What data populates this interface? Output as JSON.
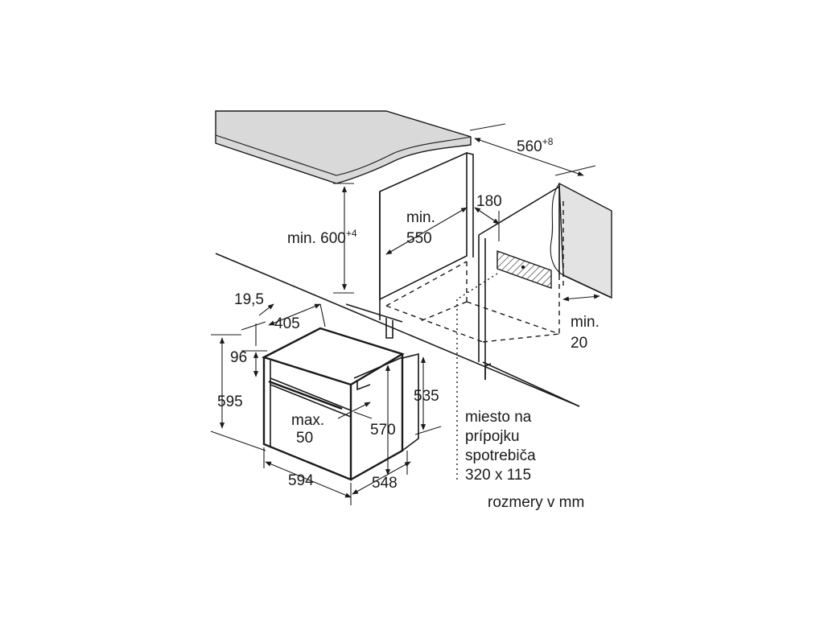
{
  "diagram": {
    "dimensions": {
      "cabinet_height": "min. 600",
      "cabinet_height_tol": "+4",
      "cabinet_depth_line1": "min.",
      "cabinet_depth_line2": "550",
      "niche_width": "560",
      "niche_width_tol": "+8",
      "rear_gap": "180",
      "side_gap_line1": "min.",
      "side_gap_line2": "20",
      "front_offset": "19,5",
      "top_depth": "405",
      "top_height": "96",
      "total_height": "595",
      "body_height": "570",
      "body_depth_height": "535",
      "handle_line1": "max.",
      "handle_line2": "50",
      "total_width": "594",
      "total_depth": "548"
    },
    "connection_note": [
      "miesto na",
      "prípojku",
      "spotrebiča",
      "320 x 115"
    ],
    "units_note": "rozmery v mm"
  }
}
